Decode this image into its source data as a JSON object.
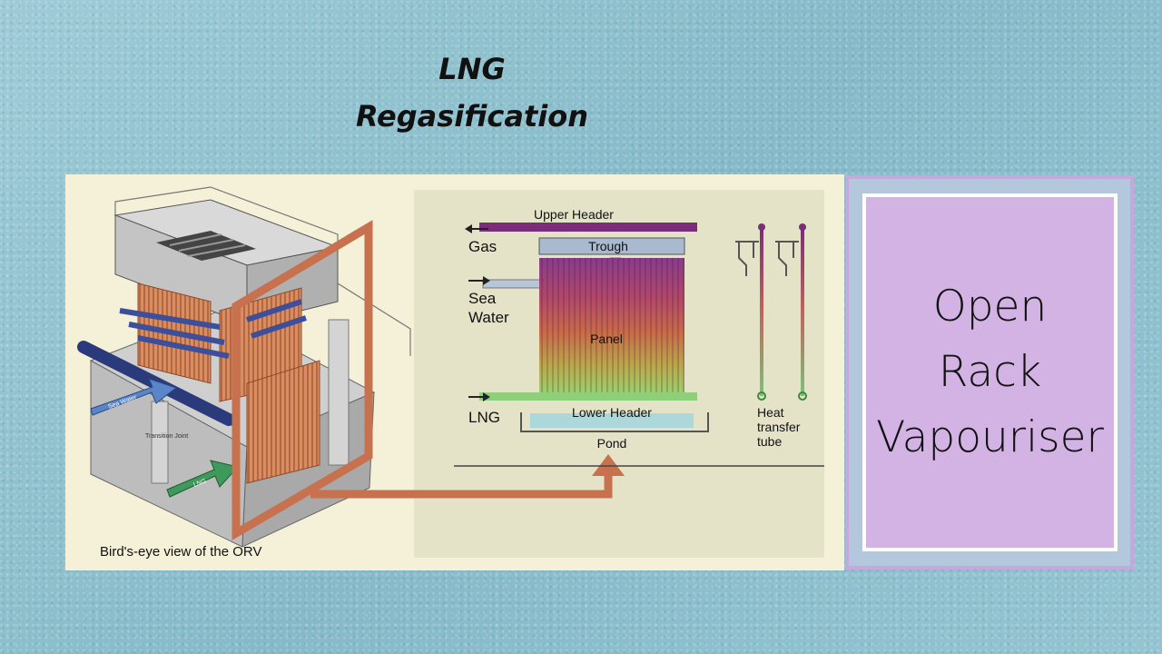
{
  "title": {
    "line1": "LNG",
    "line2": "Regasification"
  },
  "diagram": {
    "upper_header": "Upper Header",
    "trough": "Trough",
    "panel": "Panel",
    "lower_header": "Lower Header",
    "pond": "Pond",
    "gas": "Gas",
    "sea": "Sea",
    "water": "Water",
    "lng": "LNG",
    "heat": "Heat",
    "transfer": "transfer",
    "tube": "tube",
    "birds_eye_caption": "Bird's-eye view of the ORV",
    "sea_water_tag": "Sea Water",
    "lng_tag": "LNG",
    "transition_tag": "Transition Joint"
  },
  "side_label": {
    "line1": "Open",
    "line2": "Rack",
    "line3": "Vapouriser"
  },
  "colors": {
    "background": "#8fc1cf",
    "figure_bg": "#f4f1d8",
    "card_bg": "#d2b3e4",
    "arrow": "#c8714f",
    "header_purple": "#7a2d78",
    "lower_header_green": "#8ed07a"
  }
}
